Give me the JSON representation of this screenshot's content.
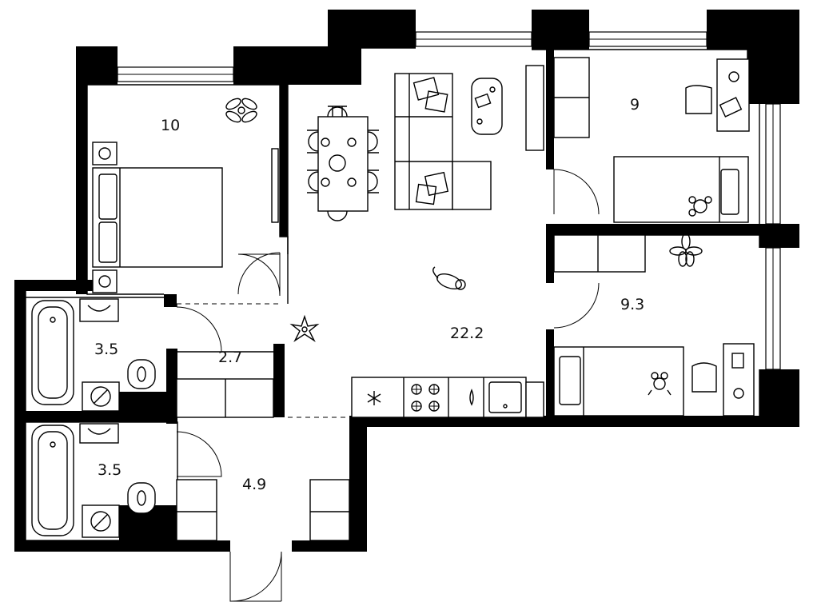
{
  "plan": {
    "rooms": [
      {
        "id": "bedroom",
        "area": "10"
      },
      {
        "id": "kids-room-top",
        "area": "9"
      },
      {
        "id": "kids-room-bottom",
        "area": "9.3"
      },
      {
        "id": "living-kitchen",
        "area": "22.2"
      },
      {
        "id": "bathroom-top",
        "area": "3.5"
      },
      {
        "id": "bathroom-bottom",
        "area": "3.5"
      },
      {
        "id": "corridor",
        "area": "2.7"
      },
      {
        "id": "entrance-hall",
        "area": "4.9"
      }
    ],
    "colors": {
      "wall": "#000000",
      "background": "#ffffff",
      "lines": "#000000"
    }
  }
}
